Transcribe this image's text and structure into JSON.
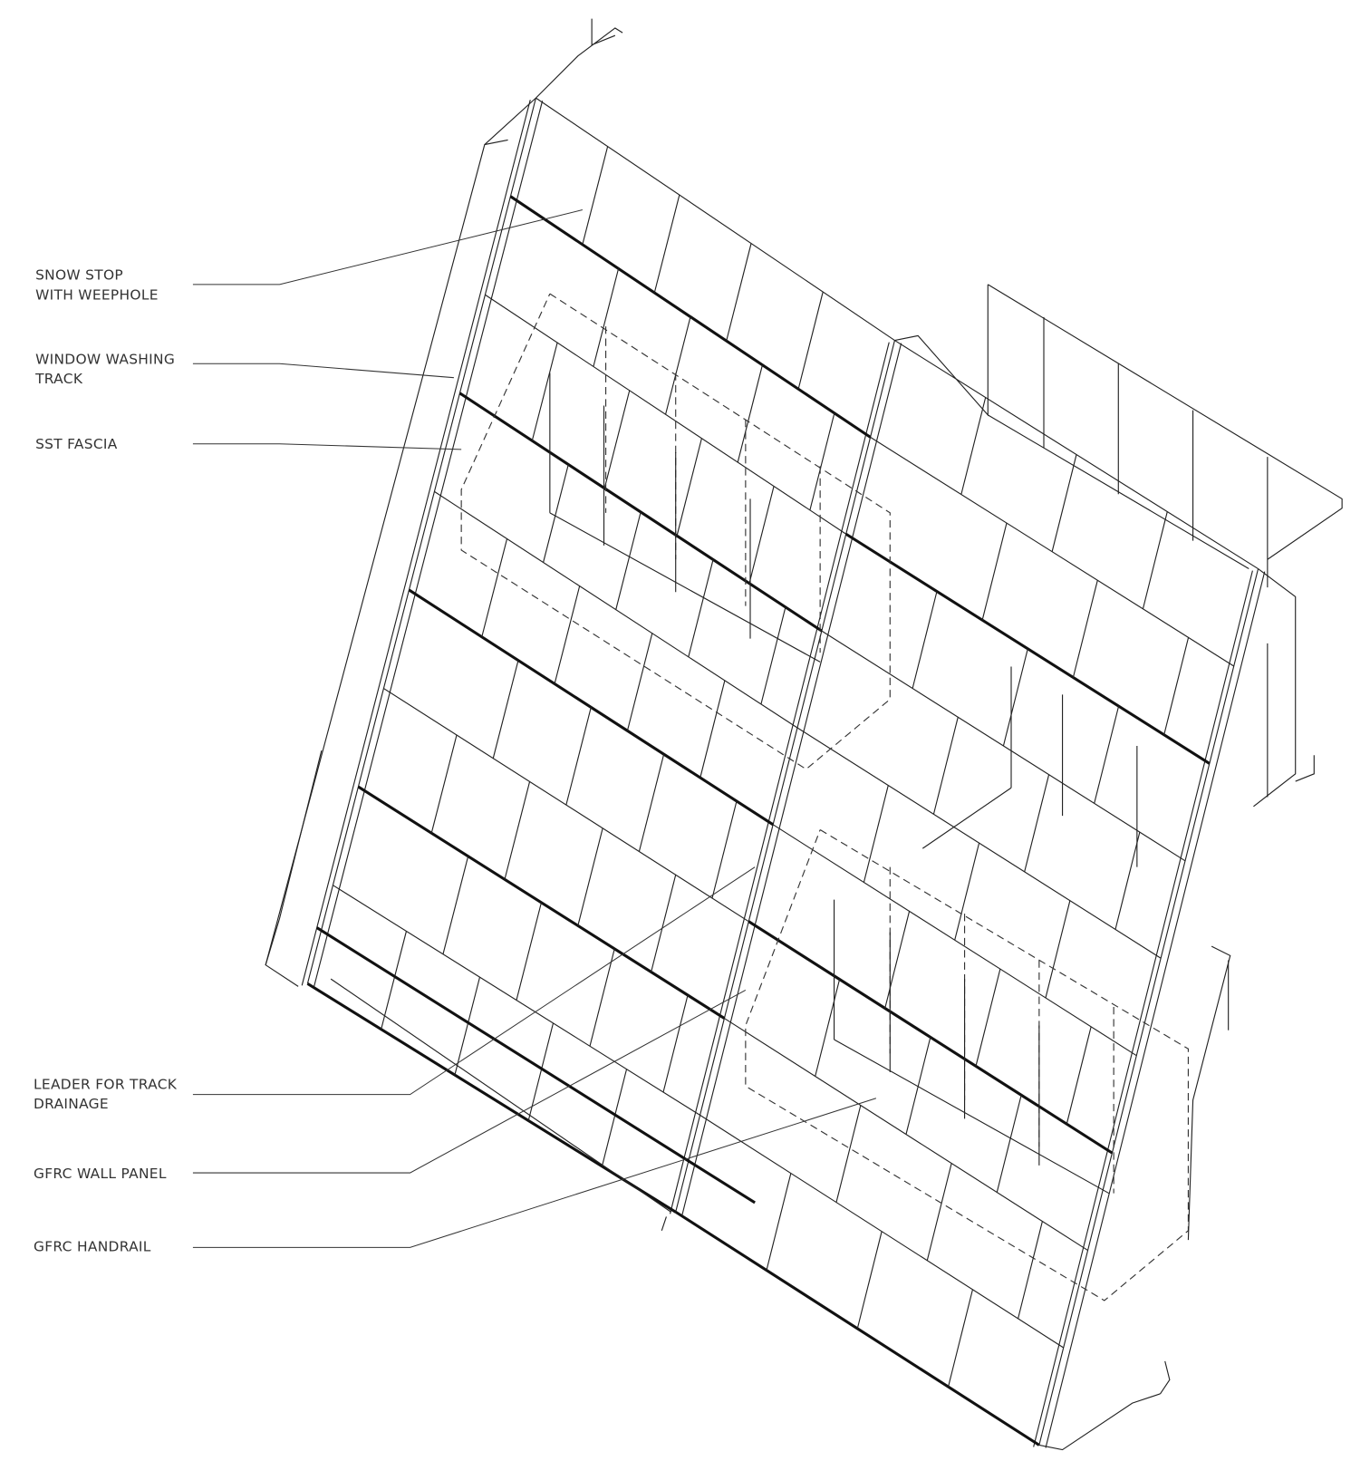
{
  "diagram": {
    "type": "axonometric facade detail",
    "labels": [
      {
        "id": "snow-stop",
        "lines": [
          "SNOW STOP",
          "WITH WEEPHOLE"
        ]
      },
      {
        "id": "window-washing-track",
        "lines": [
          "WINDOW WASHING",
          "TRACK"
        ]
      },
      {
        "id": "sst-fascia",
        "lines": [
          "SST FASCIA"
        ]
      },
      {
        "id": "leader-track-drainage",
        "lines": [
          "LEADER FOR TRACK",
          "DRAINAGE"
        ]
      },
      {
        "id": "gfrc-wall-panel",
        "lines": [
          "GFRC WALL PANEL"
        ]
      },
      {
        "id": "gfrc-handrail",
        "lines": [
          "GFRC HANDRAIL"
        ]
      }
    ],
    "line_color": "#222222",
    "background": "#ffffff"
  }
}
